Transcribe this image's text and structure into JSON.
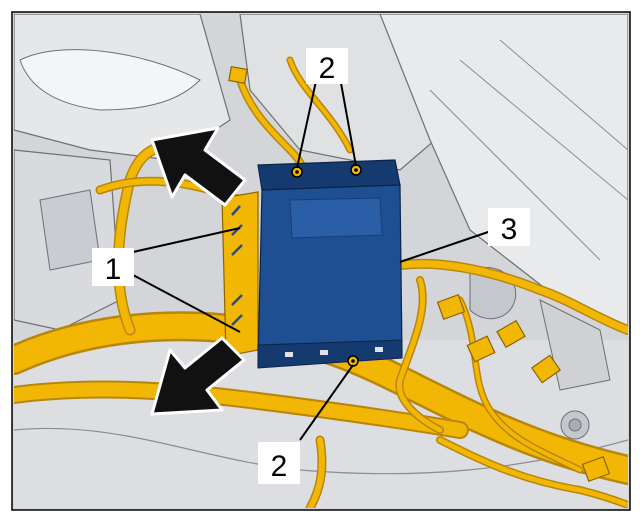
{
  "figure": {
    "callouts": {
      "label_2_top": "2",
      "label_2_bottom": "2",
      "label_1": "1",
      "label_3": "3"
    },
    "colors": {
      "frame": "#d3d5d8",
      "body": "#e6e7e9",
      "body_shadow": "#b9bcc0",
      "line_art": "#6d7074",
      "module": "#1f4f93",
      "module_dark": "#153a70",
      "harness": "#f2b705",
      "harness_dark": "#b8860b",
      "arrow": "#111111",
      "bolt": "#f2b705",
      "callout_box": "#ffffff",
      "callout_line": "#000000"
    },
    "icons": {
      "direction_arrow_upper": "arrow-up-left-icon",
      "direction_arrow_lower": "arrow-down-left-icon",
      "bolt": "bolt-icon"
    }
  }
}
